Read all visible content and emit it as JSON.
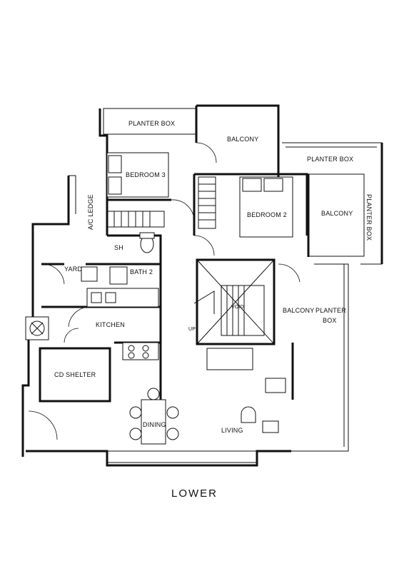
{
  "floor_label": "LOWER",
  "rooms": {
    "planter_box_top": "PLANTER BOX",
    "balcony_top": "BALCONY",
    "planter_box_right_top": "PLANTER BOX",
    "bedroom_3": "BEDROOM 3",
    "bedroom_2": "BEDROOM 2",
    "balcony_right": "BALCONY",
    "planter_box_right_vertical": "PLANTER BOX",
    "ac_ledge": "A/C LEDGE",
    "shower": "SH",
    "yard": "YARD",
    "bath_2": "BATH 2",
    "void": "VOID",
    "balcony_mid": "BALCONY",
    "planter_box_mid_line1": "PLANTER",
    "planter_box_mid_line2": "BOX",
    "kitchen": "KITCHEN",
    "up": "UP",
    "cd_shelter": "CD SHELTER",
    "dining": "DINING",
    "living": "LIVING"
  }
}
